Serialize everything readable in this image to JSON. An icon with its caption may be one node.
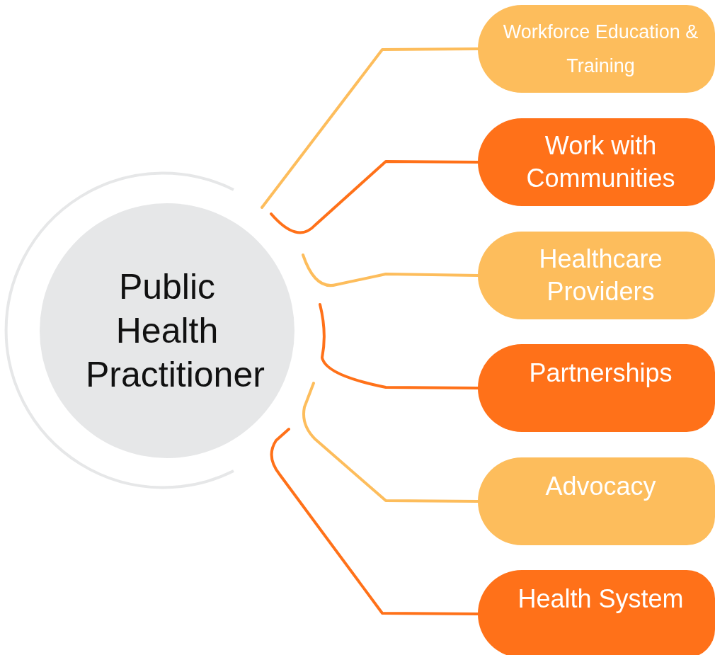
{
  "diagram": {
    "nodes": [
      {
        "text": [
          "Public Health Practitioner"
        ]
      },
      {
        "text": [
          "Workforce Education & Training"
        ]
      },
      {
        "text": [
          "Work with Communities"
        ]
      },
      {
        "text": [
          "Healthcare Providers"
        ]
      },
      {
        "text": [
          "Partnerships"
        ]
      },
      {
        "text": [
          "Advocacy"
        ]
      },
      {
        "text": [
          "Health System"
        ]
      }
    ],
    "edges": [
      {
        "from": 0,
        "to": 1,
        "arrow": "none",
        "color": "#fdbd5c"
      },
      {
        "from": 0,
        "to": 2,
        "arrow": "none",
        "color": "#ff7119"
      },
      {
        "from": 0,
        "to": 3,
        "arrow": "none",
        "color": "#fdbd5c"
      },
      {
        "from": 0,
        "to": 4,
        "arrow": "none",
        "color": "#ff7119"
      },
      {
        "from": 0,
        "to": 5,
        "arrow": "none",
        "color": "#fdbd5c"
      },
      {
        "from": 0,
        "to": 6,
        "arrow": "none",
        "color": "#ff7119"
      }
    ]
  }
}
